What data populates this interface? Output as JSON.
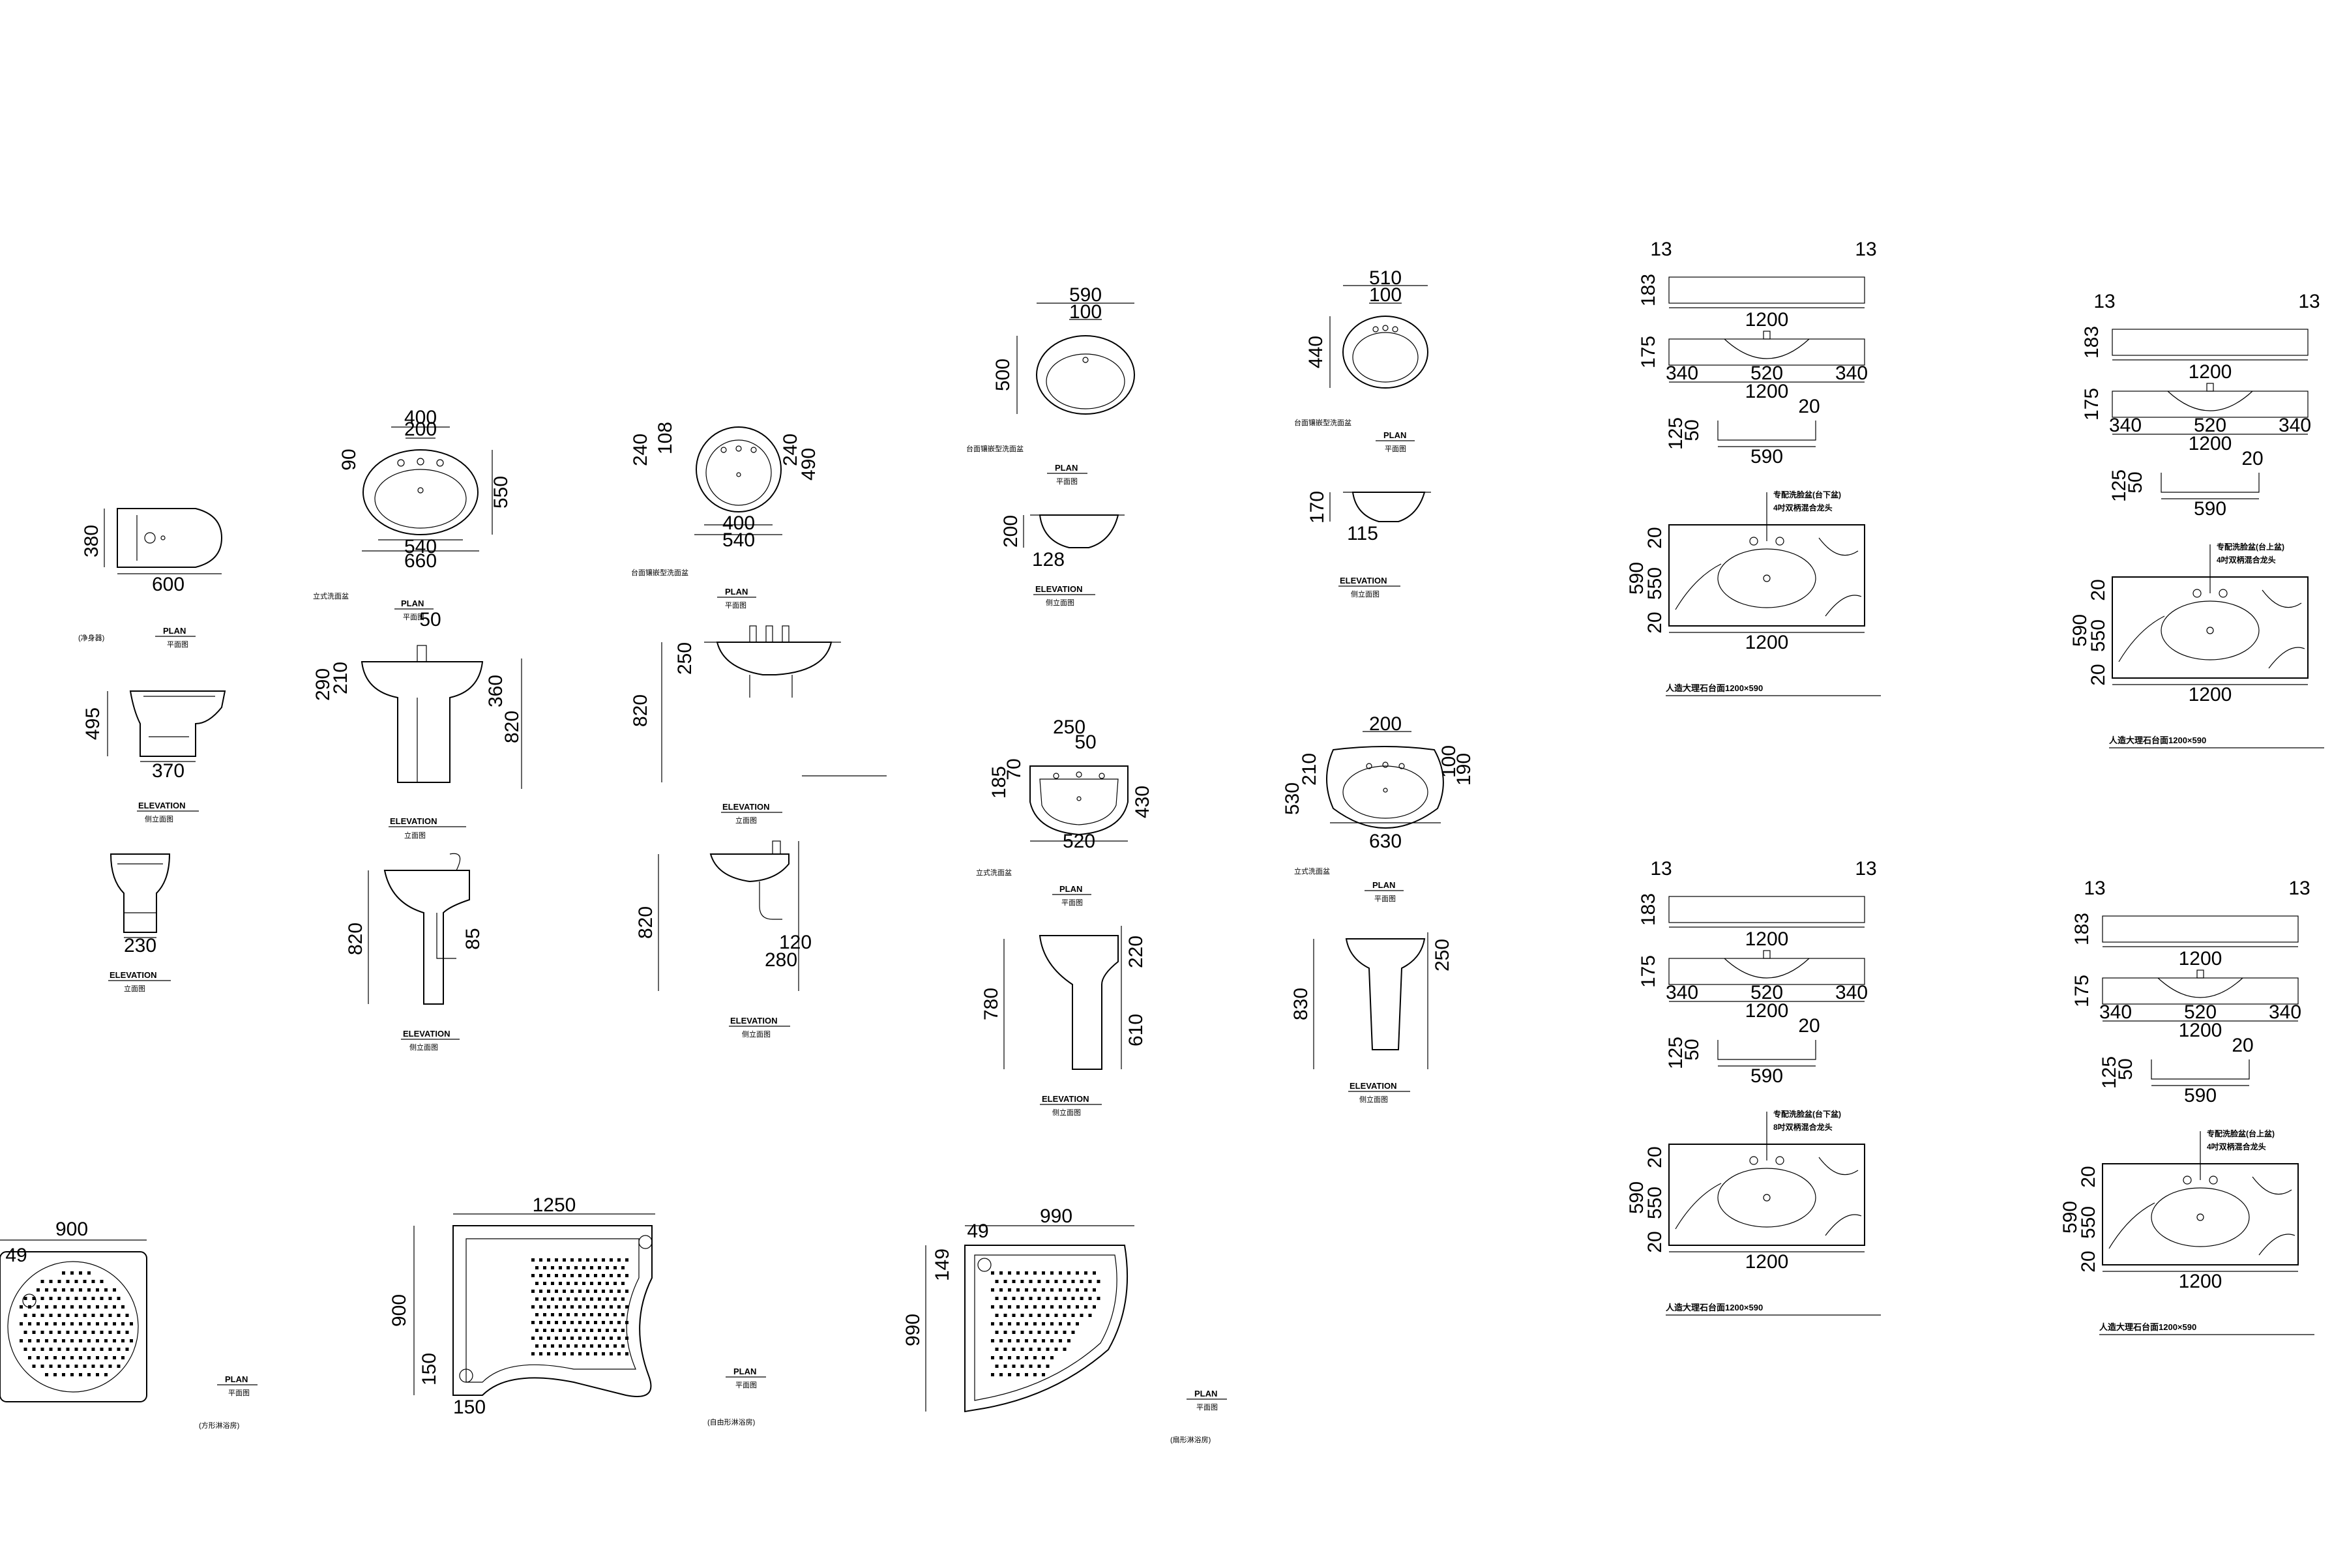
{
  "labels": {
    "plan": "PLAN",
    "elevation": "ELEVATION",
    "plan_sub": "平面图",
    "elev_side": "侧立面图",
    "elev_front": "立面图",
    "elev_side_b": "侧立面图"
  },
  "bidet": {
    "name": "(净身器)",
    "w": "600",
    "d": "380",
    "h": "495",
    "base": "370",
    "front_base": "230"
  },
  "basin1": {
    "name": "立式洗面盆",
    "w_top": "400",
    "w_mid": "200",
    "h": "550",
    "d": "90",
    "w_a": "540",
    "w_b": "660",
    "e_tap": "50",
    "e_h1": "290",
    "e_h2": "210",
    "e_h3": "360",
    "e_h4": "820",
    "s_h": "820",
    "s_pipe": "85"
  },
  "basin2": {
    "name": "台面镶嵌型洗面盆",
    "h1": "240",
    "h2": "108",
    "h3": "240",
    "h4": "490",
    "w1": "400",
    "w2": "540",
    "e_h1": "250",
    "e_h2": "820",
    "s_h": "820",
    "s_a": "120",
    "s_b": "280"
  },
  "basin3": {
    "name": "台面镶嵌型洗面盆",
    "w1": "590",
    "w2": "100",
    "h": "500",
    "e_h": "200",
    "e_w": "128"
  },
  "basin4": {
    "name": "台面镶嵌型洗面盆",
    "w1": "510",
    "w2": "100",
    "h": "440",
    "e_h": "170",
    "e_w": "115"
  },
  "basin5": {
    "name": "立式洗面盆",
    "w1": "250",
    "w2": "50",
    "h1": "185",
    "h2": "70",
    "h3": "430",
    "w3": "520",
    "e_h1": "780",
    "e_h2": "220",
    "e_h3": "610"
  },
  "basin6": {
    "name": "立式洗面盆",
    "w1": "200",
    "h1": "530",
    "h2": "210",
    "h3": "100",
    "h4": "190",
    "w2": "630",
    "e_h1": "830",
    "e_h2": "250"
  },
  "counter": {
    "d13": "13",
    "d183": "183",
    "d1200": "1200",
    "d175": "175",
    "d340": "340",
    "d520": "520",
    "d20": "20",
    "d125": "125",
    "d50": "50",
    "d590": "590",
    "d550": "550",
    "note_basin_under": "专配洗脸盆(台下盆)",
    "note_basin_over": "专配洗脸盆(台上盆)",
    "note_tap4": "4吋双柄混合龙头",
    "note_tap8": "8吋双柄混合龙头",
    "caption": "人造大理石台面1200×590"
  },
  "tray1": {
    "w": "900",
    "r": "49",
    "name": "(方形淋浴房)"
  },
  "tray2": {
    "w": "1250",
    "h": "900",
    "a": "150",
    "b": "150",
    "name": "(自由形淋浴房)"
  },
  "tray3": {
    "w": "990",
    "h": "990",
    "a": "49",
    "b": "149",
    "name": "(扇形淋浴房)"
  }
}
